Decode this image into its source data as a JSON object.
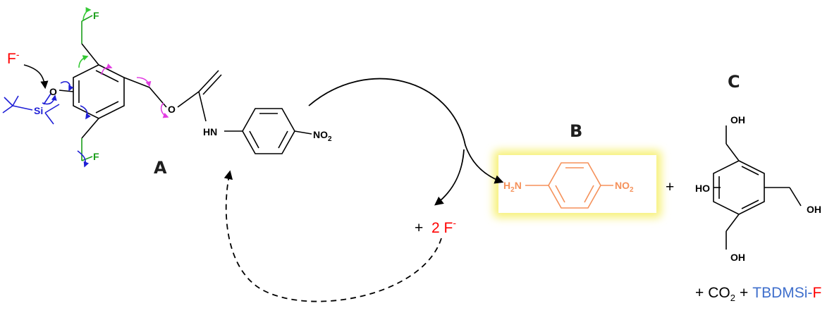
{
  "labels": {
    "a": "A",
    "b": "B",
    "c": "C"
  },
  "atoms": {
    "fluoride": "F",
    "fluoride_charge": "-",
    "o_silyl": "O",
    "si": "Si",
    "f_top": "F",
    "f_bottom": "F",
    "o_ether": "O",
    "hn": "HN",
    "no2_a_main": "NO",
    "no2_a_sub": "2",
    "h2n_h": "H",
    "h2n_sub": "2",
    "h2n_n": "N",
    "no2_b_main": "NO",
    "no2_b_sub": "2",
    "oh_top": "OH",
    "ho_left": "HO",
    "oh_right": "OH",
    "oh_bottom": "OH"
  },
  "byproducts": {
    "plus_fluoride": "+",
    "two_f": "2 F",
    "two_f_charge": "-",
    "plus_between": "+",
    "plus_co2": "+",
    "co2_main": "CO",
    "co2_sub": "2",
    "plus_tbdms": "+",
    "tbdms": "TBDMSi-",
    "tbdms_f": "F"
  },
  "colors": {
    "black": "#000000",
    "fluoride_red": "#ff0000",
    "silyl_blue": "#1f1fd6",
    "fluoro_green": "#1a9e1a",
    "arrow_magenta": "#e23ce2",
    "arrow_green": "#35c935",
    "product_orange": "#f5915a",
    "glow_yellow": "#f7f17a",
    "tbdms_blue": "#3f6fcc"
  }
}
